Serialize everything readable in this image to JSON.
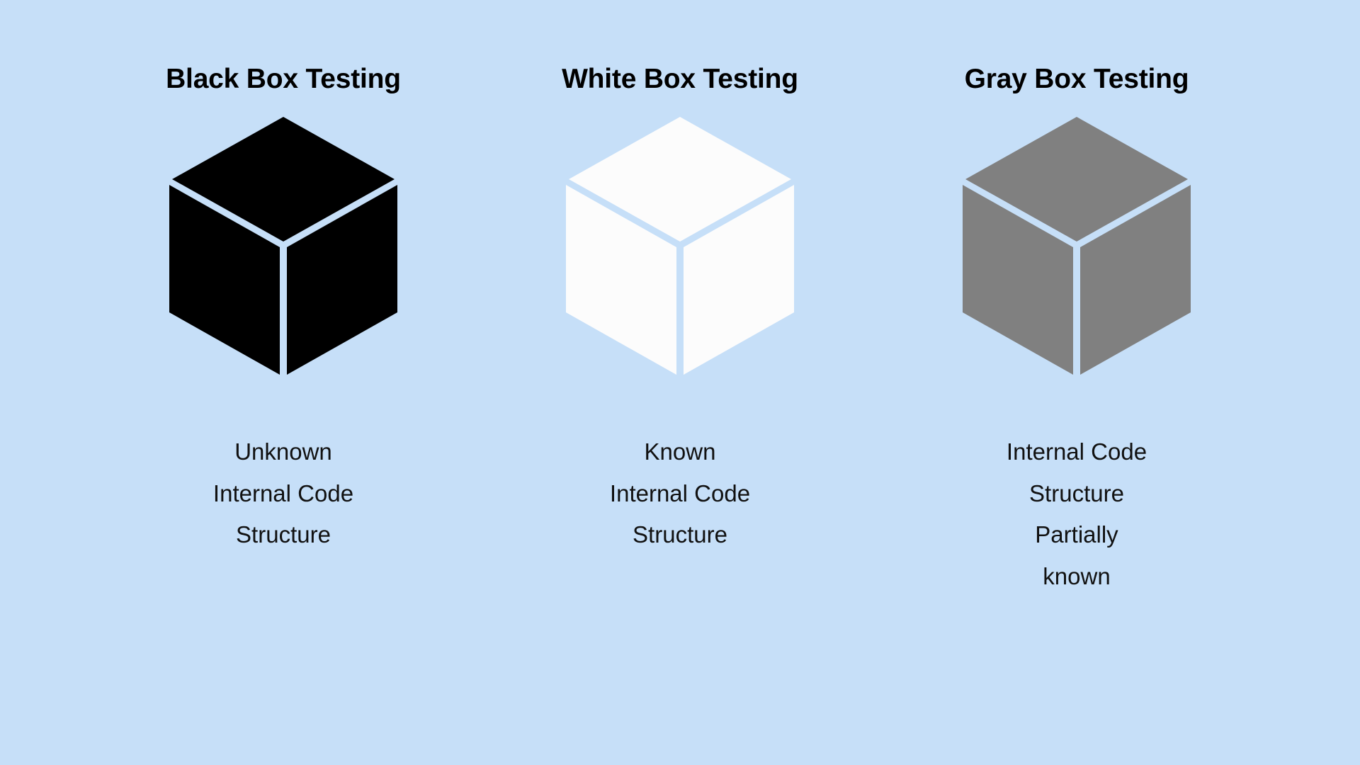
{
  "background_color": "#c6dff8",
  "seam_color": "#c6dff8",
  "columns": [
    {
      "title": "Black Box Testing",
      "cube_name": "black-box-cube",
      "cube_color": "#000000",
      "caption_lines": [
        "Unknown",
        "Internal Code",
        "Structure"
      ]
    },
    {
      "title": "White Box Testing",
      "cube_name": "white-box-cube",
      "cube_color": "#fcfcfc",
      "caption_lines": [
        "Known",
        "Internal Code",
        "Structure"
      ]
    },
    {
      "title": "Gray Box Testing",
      "cube_name": "gray-box-cube",
      "cube_color": "#808080",
      "caption_lines": [
        "Internal Code",
        "Structure",
        "Partially",
        "known"
      ]
    }
  ]
}
